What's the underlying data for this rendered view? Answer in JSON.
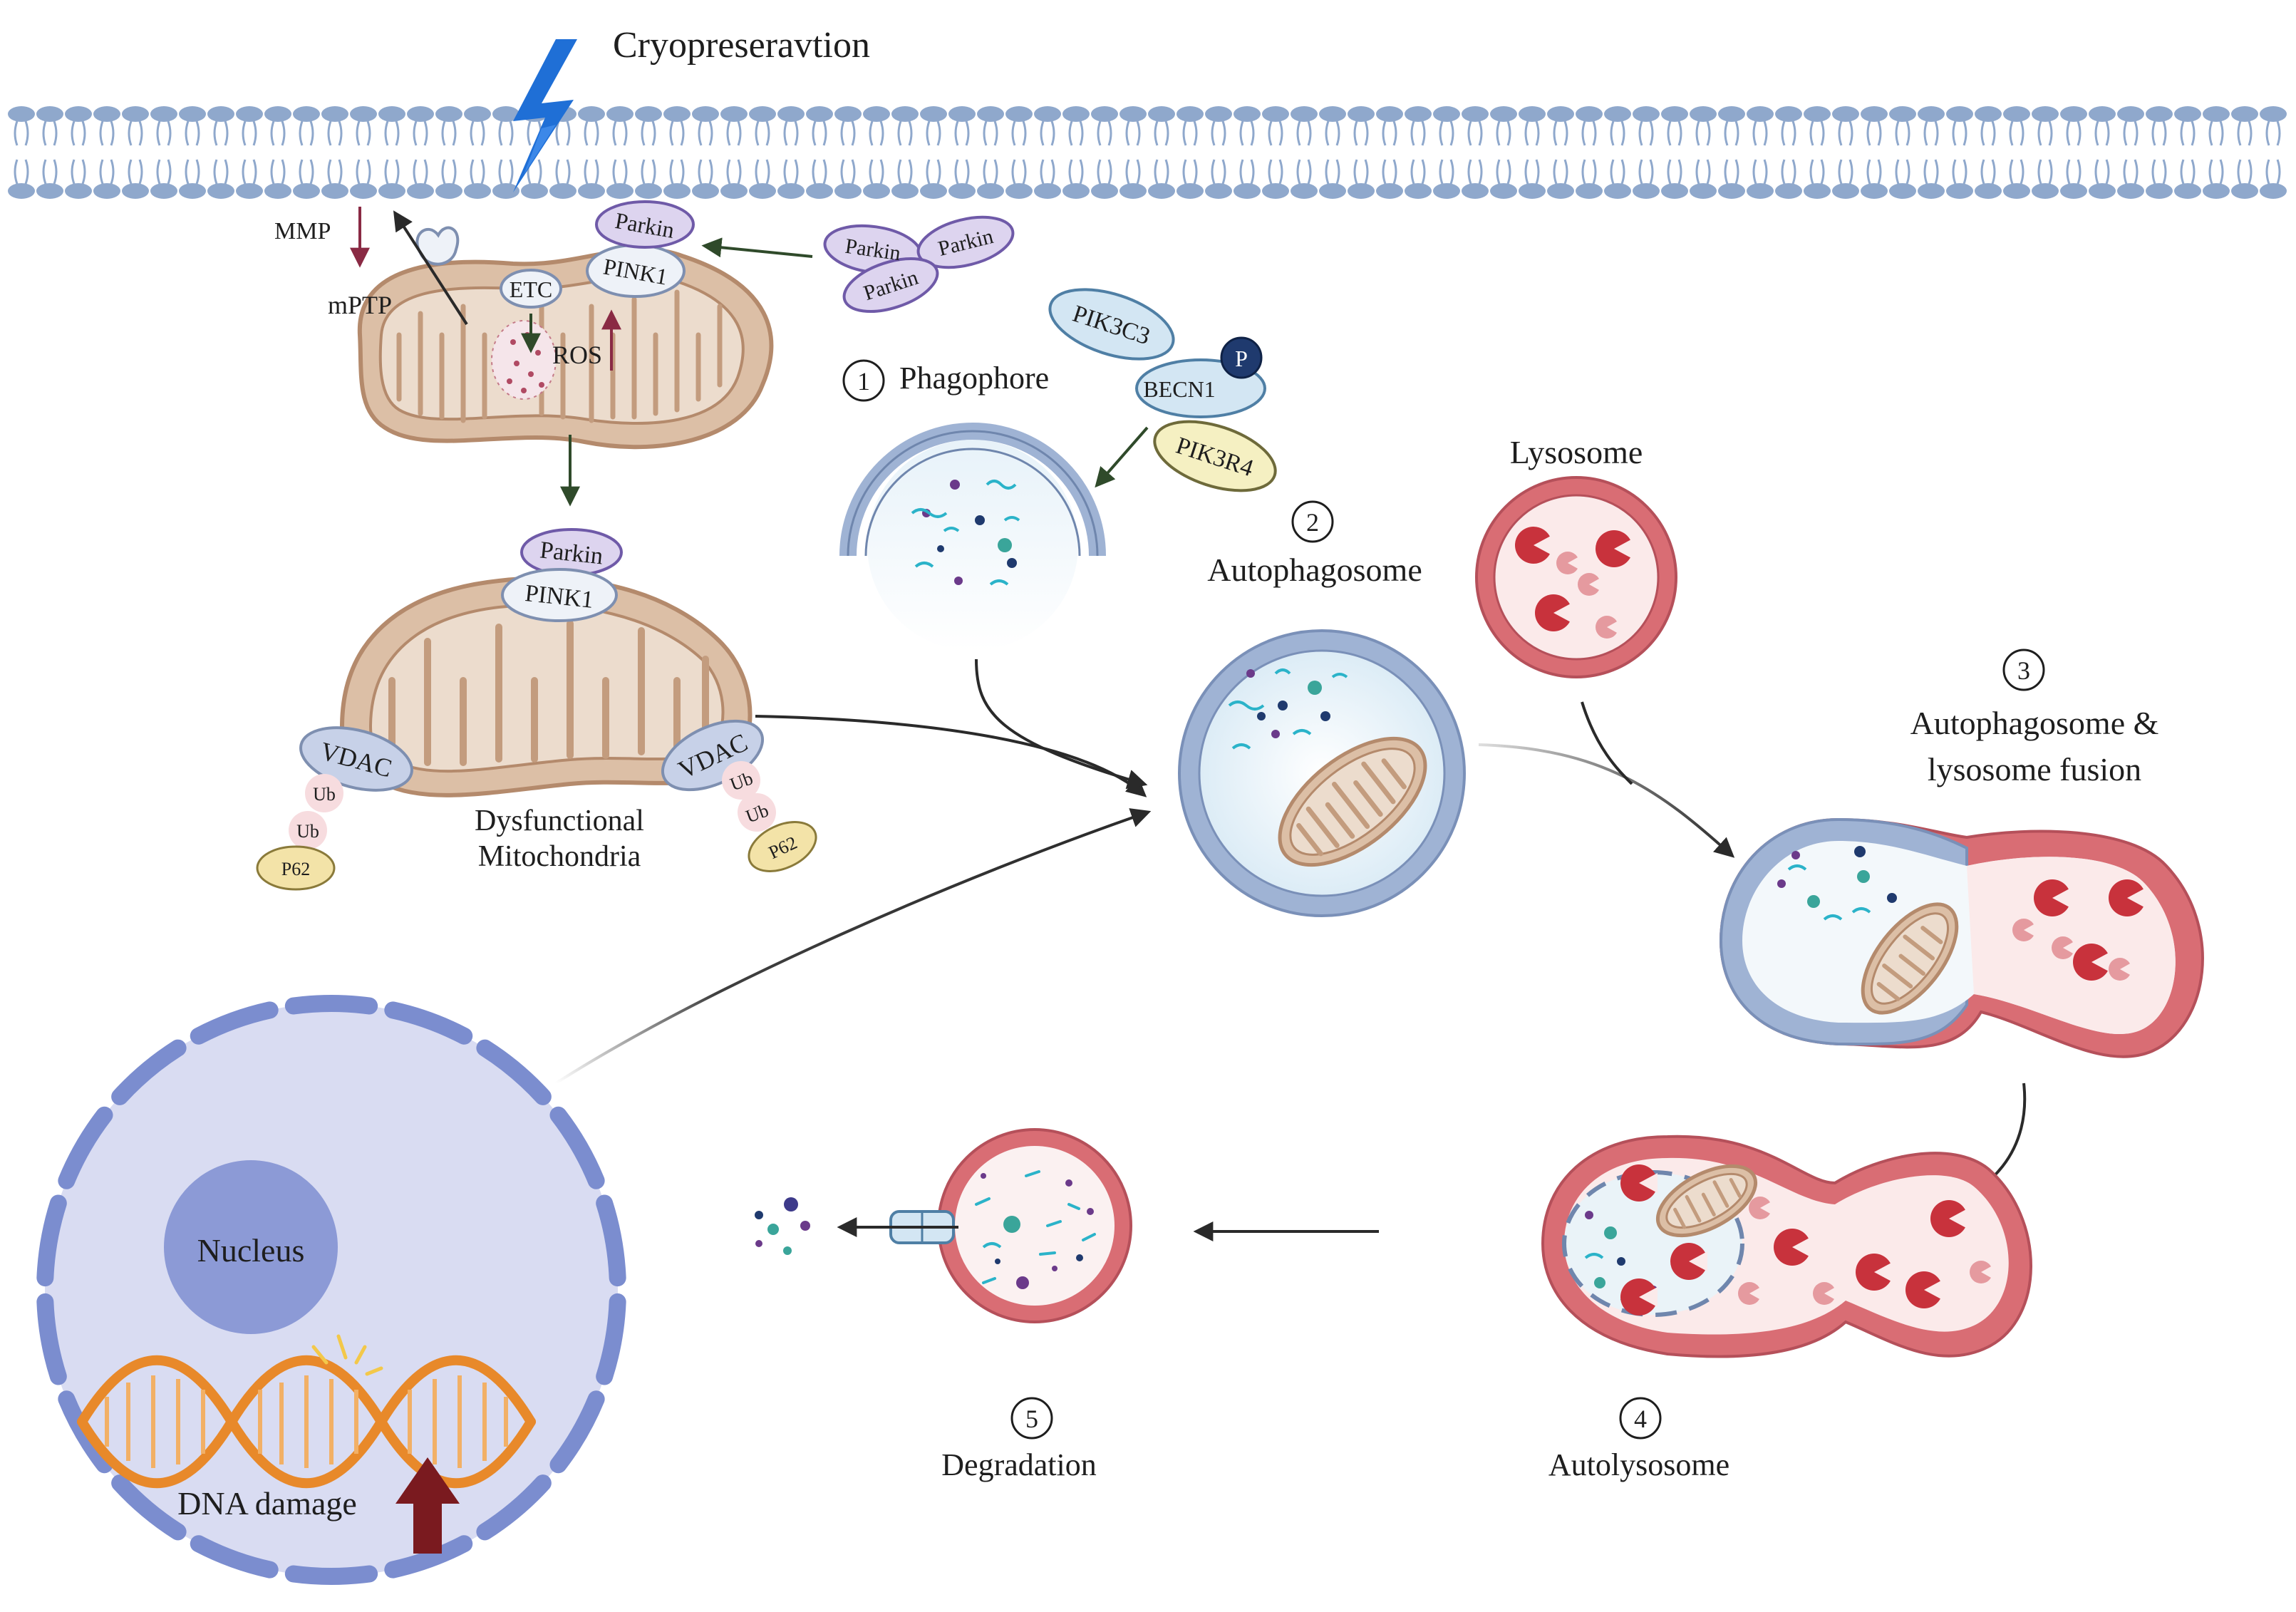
{
  "stress": {
    "label": "Cryopreseravtion"
  },
  "mito_top": {
    "mmp": "MMP",
    "mptp": "mPTP",
    "etc": "ETC",
    "ros": "ROS",
    "parkin": "Parkin",
    "pink1": "PINK1"
  },
  "parkin_cluster": {
    "items": [
      "Parkin",
      "Parkin",
      "Parkin"
    ]
  },
  "complex": {
    "pik3c3": "PIK3C3",
    "becn1": "BECN1",
    "phospho": "P",
    "pik3r4": "PIK3R4"
  },
  "dysfunctional": {
    "parkin": "Parkin",
    "pink1": "PINK1",
    "vdac_left": "VDAC",
    "vdac_right": "VDAC",
    "ub": [
      "Ub",
      "Ub",
      "Ub",
      "Ub"
    ],
    "p62_left": "P62",
    "p62_right": "P62",
    "label_line1": "Dysfunctional",
    "label_line2": "Mitochondria"
  },
  "steps": {
    "phagophore": {
      "num": "1",
      "label": "Phagophore"
    },
    "autophagosome": {
      "num": "2",
      "label": "Autophagosome"
    },
    "fusion": {
      "num": "3",
      "line1": "Autophagosome &",
      "line2": "lysosome fusion"
    },
    "autolysosome": {
      "num": "4",
      "label": "Autolysosome"
    },
    "degradation": {
      "num": "5",
      "label": "Degradation"
    }
  },
  "lysosome": {
    "label": "Lysosome"
  },
  "nucleus": {
    "label": "Nucleus",
    "dna_label": "DNA damage"
  },
  "colors": {
    "membrane": "#8fa8cc",
    "mito_fill": "#dcbfa6",
    "mito_stroke": "#b48a6c",
    "vesicle_outer": "#9fb3d4",
    "vesicle_inner": "#edf6fb",
    "lyso_outer": "#d96d74",
    "lyso_inner": "#fbeaea",
    "enzyme": "#c8323c",
    "nucleus": "#8c9ad6",
    "cell": "#d9dcf2",
    "dna": "#e8892a",
    "arrow": "#2a2a2a",
    "dark_red": "#7a1a1f",
    "bolt": "#1f6fd6"
  }
}
